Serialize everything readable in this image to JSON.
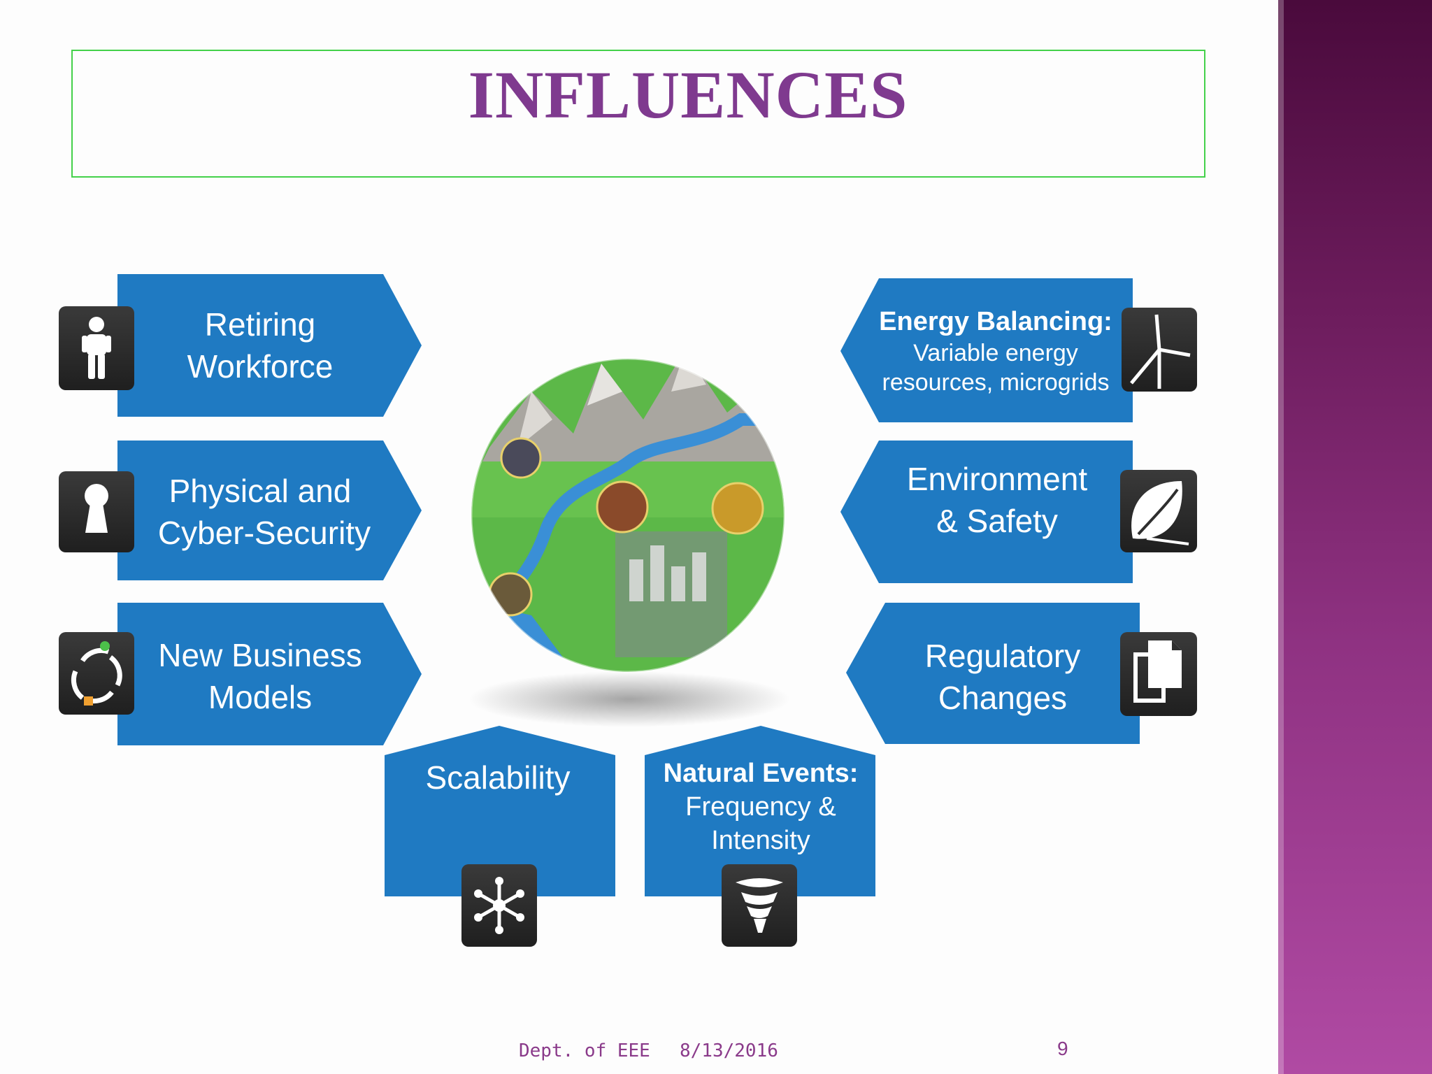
{
  "slide": {
    "title": "INFLUENCES",
    "footer": {
      "dept": "Dept. of EEE",
      "date": "8/13/2016",
      "page": "9"
    }
  },
  "influences": {
    "retiring": {
      "line1": "Retiring",
      "line2": "Workforce",
      "icon": "person-icon"
    },
    "security": {
      "line1": "Physical and",
      "line2": "Cyber-Security",
      "icon": "keyhole-icon"
    },
    "business": {
      "line1": "New Business",
      "line2": "Models",
      "icon": "cycle-arrows-icon"
    },
    "energy": {
      "heading": "Energy Balancing:",
      "line1": "Variable energy",
      "line2": "resources, microgrids",
      "icon": "wind-turbine-icon"
    },
    "environment": {
      "line1": "Environment",
      "line2": "& Safety",
      "icon": "leaf-icon"
    },
    "regulatory": {
      "line1": "Regulatory",
      "line2": "Changes",
      "icon": "documents-icon"
    },
    "scalability": {
      "line1": "Scalability",
      "icon": "network-hub-icon"
    },
    "natural": {
      "heading": "Natural  Events:",
      "line1": "Frequency &",
      "line2": "Intensity",
      "icon": "tornado-icon"
    }
  },
  "colors": {
    "panel": "#1f7ac2",
    "icon_tile": "#2e2e2e",
    "title": "#7f3a8f",
    "border": "#44d14a"
  }
}
